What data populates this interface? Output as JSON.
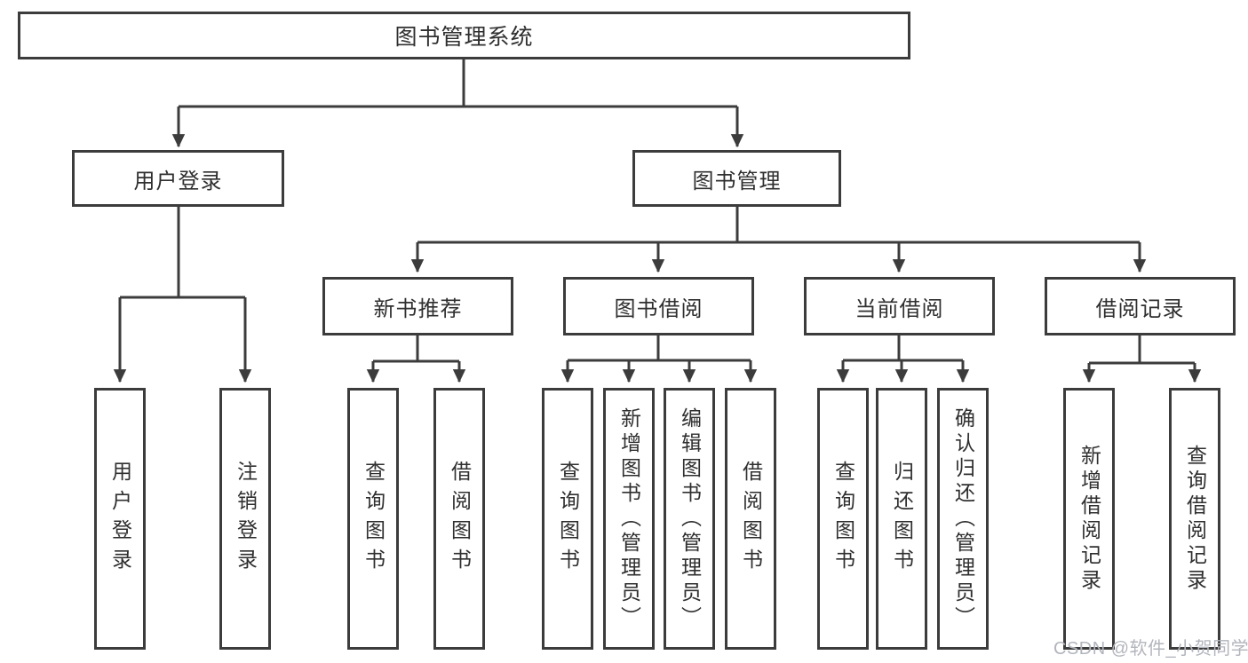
{
  "diagram": {
    "root": {
      "label": "图书管理系统"
    },
    "level2": {
      "user_login": {
        "label": "用户登录"
      },
      "book_management": {
        "label": "图书管理"
      }
    },
    "level3": {
      "new_book_recommendation": {
        "label": "新书推荐"
      },
      "book_borrowing": {
        "label": "图书借阅"
      },
      "current_borrowing": {
        "label": "当前借阅"
      },
      "borrowing_records": {
        "label": "借阅记录"
      }
    },
    "leaves": {
      "user_login": [
        "用户登录",
        "注销登录"
      ],
      "new_book_recommendation": [
        "查询图书",
        "借阅图书"
      ],
      "book_borrowing": [
        "查询图书",
        "新增图书（管理员）",
        "编辑图书（管理员）",
        "借阅图书"
      ],
      "current_borrowing": [
        "查询图书",
        "归还图书",
        "确认归还（管理员）"
      ],
      "borrowing_records": [
        "新增借阅记录",
        "查询借阅记录"
      ]
    },
    "colors": {
      "line": "#3c3c3c",
      "box_background": "#ffffff",
      "text": "#2f2f2f",
      "watermark": "#b2b5bc"
    },
    "watermark": "CSDN @软件_小贺同学"
  }
}
